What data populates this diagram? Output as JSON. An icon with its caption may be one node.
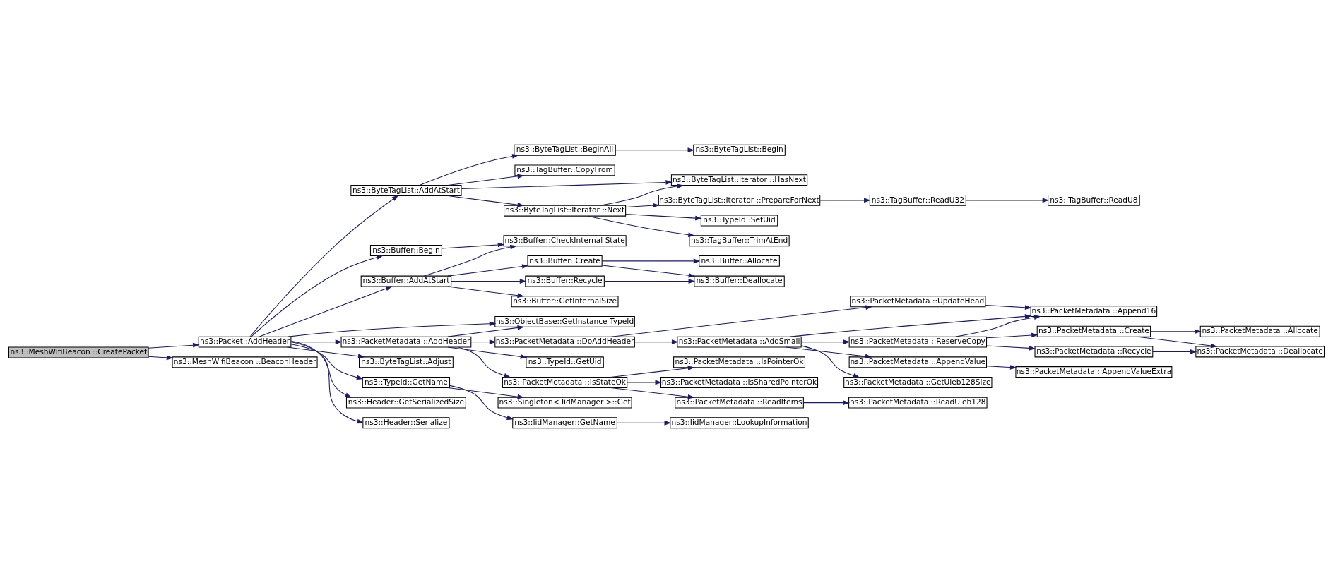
{
  "diagram": {
    "nodes": [
      {
        "text": [
          "ns3::MeshWifiBeacon ::CreatePacket"
        ]
      },
      {
        "text": [
          "ns3::Packet::AddHeader"
        ]
      },
      {
        "text": [
          "ns3::MeshWifiBeacon ::BeaconHeader"
        ]
      },
      {
        "text": [
          "ns3::ByteTagList::AddAtStart"
        ]
      },
      {
        "text": [
          "ns3::Buffer::Begin"
        ]
      },
      {
        "text": [
          "ns3::Buffer::AddAtStart"
        ]
      },
      {
        "text": [
          "ns3::ObjectBase::GetInstance TypeId"
        ]
      },
      {
        "text": [
          "ns3::PacketMetadata ::AddHeader"
        ]
      },
      {
        "text": [
          "ns3::ByteTagList::Adjust"
        ]
      },
      {
        "text": [
          "ns3::TypeId::GetName"
        ]
      },
      {
        "text": [
          "ns3::Header::GetSerializedSize"
        ]
      },
      {
        "text": [
          "ns3::Header::Serialize"
        ]
      },
      {
        "text": [
          "ns3::ByteTagList::BeginAll"
        ]
      },
      {
        "text": [
          "ns3::TagBuffer::CopyFrom"
        ]
      },
      {
        "text": [
          "ns3::ByteTagList::Iterator ::HasNext"
        ]
      },
      {
        "text": [
          "ns3::ByteTagList::Iterator ::Next"
        ]
      },
      {
        "text": [
          "ns3::ByteTagList::Begin"
        ]
      },
      {
        "text": [
          "ns3::ByteTagList::Iterator ::PrepareForNext"
        ]
      },
      {
        "text": [
          "ns3::TypeId::SetUid"
        ]
      },
      {
        "text": [
          "ns3::TagBuffer::TrimAtEnd"
        ]
      },
      {
        "text": [
          "ns3::TagBuffer::ReadU32"
        ]
      },
      {
        "text": [
          "ns3::TagBuffer::ReadU8"
        ]
      },
      {
        "text": [
          "ns3::Buffer::CheckInternal State"
        ]
      },
      {
        "text": [
          "ns3::Buffer::Create"
        ]
      },
      {
        "text": [
          "ns3::Buffer::Recycle"
        ]
      },
      {
        "text": [
          "ns3::Buffer::GetInternalSize"
        ]
      },
      {
        "text": [
          "ns3::Buffer::Allocate"
        ]
      },
      {
        "text": [
          "ns3::Buffer::Deallocate"
        ]
      },
      {
        "text": [
          "ns3::PacketMetadata ::DoAddHeader"
        ]
      },
      {
        "text": [
          "ns3::TypeId::GetUid"
        ]
      },
      {
        "text": [
          "ns3::PacketMetadata ::IsStateOk"
        ]
      },
      {
        "text": [
          "ns3::Singleton< IidManager >::Get"
        ]
      },
      {
        "text": [
          "ns3::IidManager::GetName"
        ]
      },
      {
        "text": [
          "ns3::PacketMetadata ::UpdateHead"
        ]
      },
      {
        "text": [
          "ns3::PacketMetadata ::AddSmall"
        ]
      },
      {
        "text": [
          "ns3::PacketMetadata ::IsPointerOk"
        ]
      },
      {
        "text": [
          "ns3::PacketMetadata ::IsSharedPointerOk"
        ]
      },
      {
        "text": [
          "ns3::PacketMetadata ::ReadItems"
        ]
      },
      {
        "text": [
          "ns3::IidManager::LookupInformation"
        ]
      },
      {
        "text": [
          "ns3::PacketMetadata ::Append16"
        ]
      },
      {
        "text": [
          "ns3::PacketMetadata ::ReserveCopy"
        ]
      },
      {
        "text": [
          "ns3::PacketMetadata ::AppendValue"
        ]
      },
      {
        "text": [
          "ns3::PacketMetadata ::GetUleb128Size"
        ]
      },
      {
        "text": [
          "ns3::PacketMetadata ::ReadUleb128"
        ]
      },
      {
        "text": [
          "ns3::PacketMetadata ::Create"
        ]
      },
      {
        "text": [
          "ns3::PacketMetadata ::Recycle"
        ]
      },
      {
        "text": [
          "ns3::PacketMetadata ::AppendValueExtra"
        ]
      },
      {
        "text": [
          "ns3::PacketMetadata ::Allocate"
        ]
      },
      {
        "text": [
          "ns3::PacketMetadata ::Deallocate"
        ]
      }
    ],
    "edges": [
      {
        "from": 0,
        "to": 1,
        "arrow": "to"
      },
      {
        "from": 0,
        "to": 2,
        "arrow": "to"
      },
      {
        "from": 1,
        "to": 3,
        "arrow": "to"
      },
      {
        "from": 1,
        "to": 4,
        "arrow": "to"
      },
      {
        "from": 1,
        "to": 5,
        "arrow": "to"
      },
      {
        "from": 1,
        "to": 6,
        "arrow": "to"
      },
      {
        "from": 1,
        "to": 7,
        "arrow": "to"
      },
      {
        "from": 1,
        "to": 8,
        "arrow": "to"
      },
      {
        "from": 1,
        "to": 9,
        "arrow": "to"
      },
      {
        "from": 1,
        "to": 10,
        "arrow": "to"
      },
      {
        "from": 1,
        "to": 11,
        "arrow": "to"
      },
      {
        "from": 3,
        "to": 12,
        "arrow": "to"
      },
      {
        "from": 3,
        "to": 13,
        "arrow": "to"
      },
      {
        "from": 3,
        "to": 14,
        "arrow": "to"
      },
      {
        "from": 3,
        "to": 15,
        "arrow": "to"
      },
      {
        "from": 12,
        "to": 16,
        "arrow": "to"
      },
      {
        "from": 15,
        "to": 14,
        "arrow": "to"
      },
      {
        "from": 15,
        "to": 17,
        "arrow": "to"
      },
      {
        "from": 15,
        "to": 18,
        "arrow": "to"
      },
      {
        "from": 15,
        "to": 19,
        "arrow": "to"
      },
      {
        "from": 17,
        "to": 20,
        "arrow": "to"
      },
      {
        "from": 20,
        "to": 21,
        "arrow": "to"
      },
      {
        "from": 4,
        "to": 22,
        "arrow": "to"
      },
      {
        "from": 5,
        "to": 22,
        "arrow": "to"
      },
      {
        "from": 5,
        "to": 23,
        "arrow": "to"
      },
      {
        "from": 5,
        "to": 24,
        "arrow": "to"
      },
      {
        "from": 5,
        "to": 25,
        "arrow": "to"
      },
      {
        "from": 23,
        "to": 26,
        "arrow": "to"
      },
      {
        "from": 23,
        "to": 27,
        "arrow": "to"
      },
      {
        "from": 24,
        "to": 27,
        "arrow": "to"
      },
      {
        "from": 7,
        "to": 6,
        "arrow": "to"
      },
      {
        "from": 7,
        "to": 28,
        "arrow": "to"
      },
      {
        "from": 7,
        "to": 29,
        "arrow": "to"
      },
      {
        "from": 7,
        "to": 30,
        "arrow": "to"
      },
      {
        "from": 9,
        "to": 31,
        "arrow": "to"
      },
      {
        "from": 9,
        "to": 32,
        "arrow": "to"
      },
      {
        "from": 32,
        "to": 38,
        "arrow": "to"
      },
      {
        "from": 28,
        "to": 33,
        "arrow": "to"
      },
      {
        "from": 28,
        "to": 34,
        "arrow": "to"
      },
      {
        "from": 33,
        "to": 39,
        "arrow": "to"
      },
      {
        "from": 34,
        "to": 39,
        "arrow": "to"
      },
      {
        "from": 34,
        "to": 40,
        "arrow": "to"
      },
      {
        "from": 34,
        "to": 41,
        "arrow": "to"
      },
      {
        "from": 34,
        "to": 42,
        "arrow": "to"
      },
      {
        "from": 30,
        "to": 35,
        "arrow": "to"
      },
      {
        "from": 30,
        "to": 36,
        "arrow": "to"
      },
      {
        "from": 30,
        "to": 37,
        "arrow": "to"
      },
      {
        "from": 37,
        "to": 43,
        "arrow": "to"
      },
      {
        "from": 40,
        "to": 39,
        "arrow": "to"
      },
      {
        "from": 40,
        "to": 44,
        "arrow": "to"
      },
      {
        "from": 40,
        "to": 45,
        "arrow": "to"
      },
      {
        "from": 41,
        "to": 46,
        "arrow": "to"
      },
      {
        "from": 44,
        "to": 47,
        "arrow": "to"
      },
      {
        "from": 44,
        "to": 48,
        "arrow": "to"
      },
      {
        "from": 45,
        "to": 48,
        "arrow": "to"
      }
    ]
  }
}
